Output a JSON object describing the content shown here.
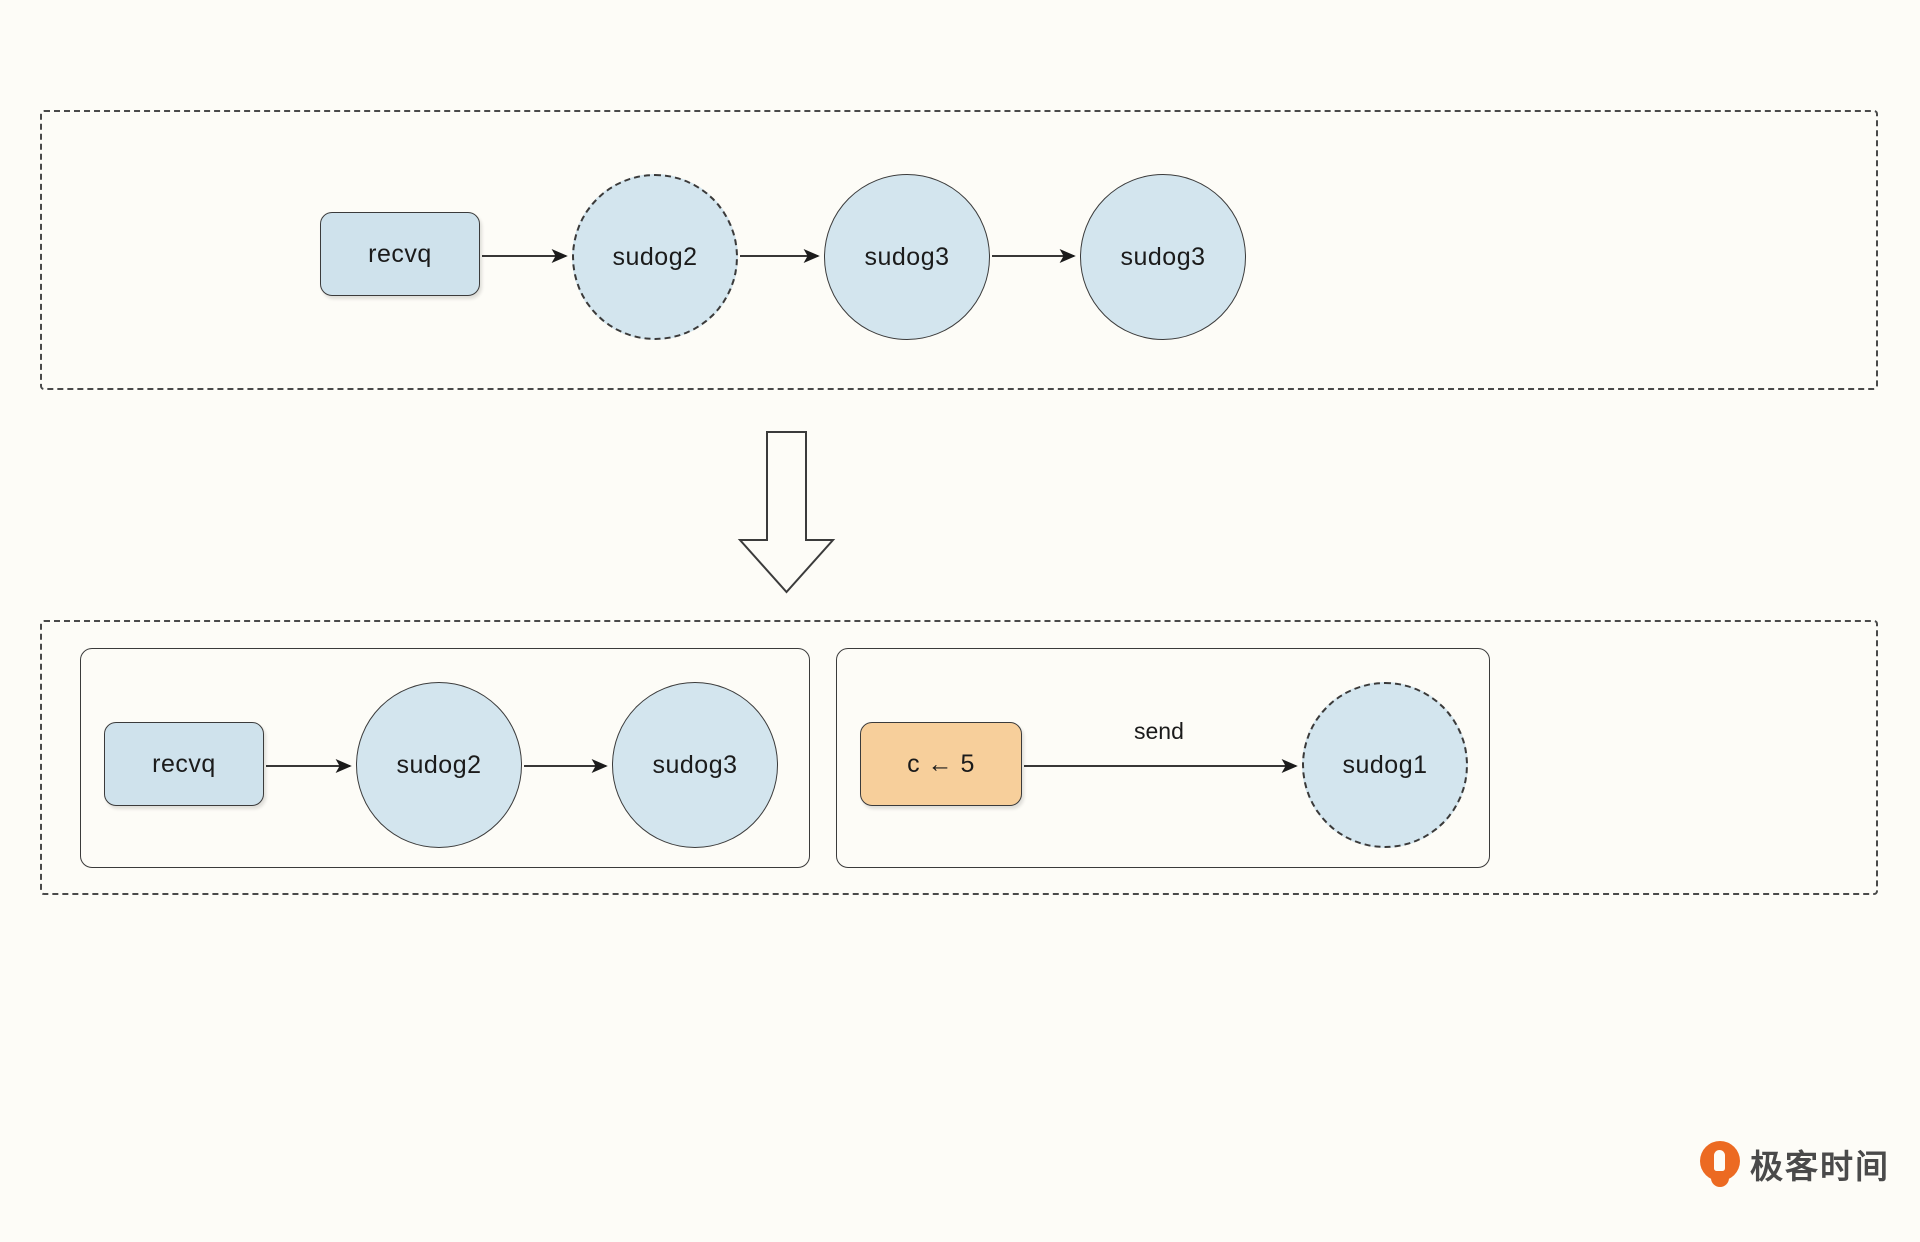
{
  "diagram": {
    "title_visible": false,
    "background_color": "#fdfcf7",
    "node_fill_blue": "#d3e5ee",
    "node_fill_orange": "#f7cf9b",
    "stroke_color": "#3b3b3b"
  },
  "top_panel": {
    "frame_style": "dashed",
    "nodes": [
      {
        "id": "recvq_top",
        "label": "recvq",
        "shape": "rounded-rect",
        "border": "solid",
        "fill": "blue"
      },
      {
        "id": "sudog2_top",
        "label": "sudog2",
        "shape": "circle",
        "border": "dashed",
        "fill": "blue"
      },
      {
        "id": "sudog3_a",
        "label": "sudog3",
        "shape": "circle",
        "border": "solid",
        "fill": "blue"
      },
      {
        "id": "sudog3_b",
        "label": "sudog3",
        "shape": "circle",
        "border": "solid",
        "fill": "blue"
      }
    ],
    "edges": [
      {
        "from": "recvq_top",
        "to": "sudog2_top",
        "label": ""
      },
      {
        "from": "sudog2_top",
        "to": "sudog3_a",
        "label": ""
      },
      {
        "from": "sudog3_a",
        "to": "sudog3_b",
        "label": ""
      }
    ]
  },
  "transition": {
    "arrow": "down-block-arrow",
    "label": ""
  },
  "bottom_panel": {
    "frame_style": "dashed",
    "groups": [
      {
        "id": "recv_group",
        "frame_style": "solid",
        "nodes": [
          {
            "id": "recvq_bot",
            "label": "recvq",
            "shape": "rounded-rect",
            "border": "solid",
            "fill": "blue"
          },
          {
            "id": "sudog2_bot",
            "label": "sudog2",
            "shape": "circle",
            "border": "solid",
            "fill": "blue"
          },
          {
            "id": "sudog3_bot",
            "label": "sudog3",
            "shape": "circle",
            "border": "solid",
            "fill": "blue"
          }
        ],
        "edges": [
          {
            "from": "recvq_bot",
            "to": "sudog2_bot",
            "label": ""
          },
          {
            "from": "sudog2_bot",
            "to": "sudog3_bot",
            "label": ""
          }
        ]
      },
      {
        "id": "send_group",
        "frame_style": "solid",
        "nodes": [
          {
            "id": "c_assign",
            "label": "c ← 5",
            "shape": "rounded-rect",
            "border": "solid",
            "fill": "orange"
          },
          {
            "id": "sudog1",
            "label": "sudog1",
            "shape": "circle",
            "border": "dashed",
            "fill": "blue"
          }
        ],
        "edges": [
          {
            "from": "c_assign",
            "to": "sudog1",
            "label": "send"
          }
        ]
      }
    ]
  },
  "labels": {
    "recvq": "recvq",
    "sudog1": "sudog1",
    "sudog2": "sudog2",
    "sudog3": "sudog3",
    "c_assign": "c ← 5",
    "send": "send"
  },
  "watermark": {
    "text": "极客时间",
    "icon": "geektime-pin-logo",
    "icon_color": "#ec6a22"
  }
}
